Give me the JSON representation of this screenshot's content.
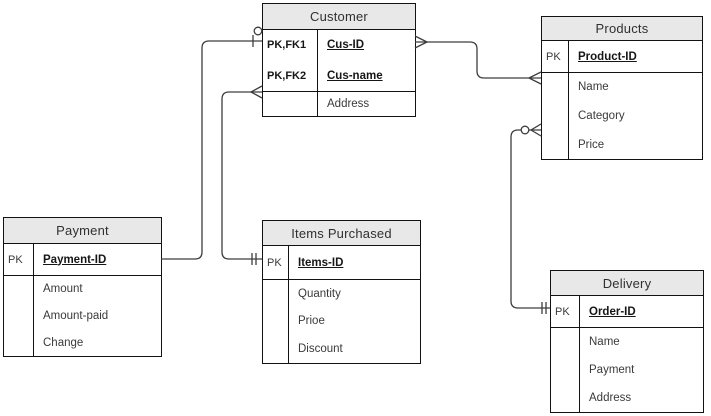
{
  "diagram": {
    "kind": "entity-relationship-diagram",
    "colors": {
      "background": "#ffffff",
      "entity_header_fill": "#e8e8e8",
      "entity_border": "#121212",
      "connector": "#3d3d3d",
      "text": "#3a3a3a"
    }
  },
  "entities": {
    "customer": {
      "title": "Customer",
      "sections": [
        {
          "rows": [
            {
              "key": "PK,FK1",
              "name": "Cus-ID"
            },
            {
              "key": "PK,FK2",
              "name": "Cus-name"
            }
          ]
        },
        {
          "rows": [
            {
              "key": "",
              "name": "Address"
            }
          ]
        }
      ]
    },
    "products": {
      "title": "Products",
      "sections": [
        {
          "rows": [
            {
              "key": "PK",
              "name": "Product-ID"
            }
          ]
        },
        {
          "rows": [
            {
              "key": "",
              "name": "Name"
            },
            {
              "key": "",
              "name": "Category"
            },
            {
              "key": "",
              "name": "Price"
            }
          ]
        }
      ]
    },
    "payment": {
      "title": "Payment",
      "sections": [
        {
          "rows": [
            {
              "key": "PK",
              "name": "Payment-ID"
            }
          ]
        },
        {
          "rows": [
            {
              "key": "",
              "name": "Amount"
            },
            {
              "key": "",
              "name": "Amount-paid"
            },
            {
              "key": "",
              "name": "Change"
            }
          ]
        }
      ]
    },
    "items_purchased": {
      "title": "Items Purchased",
      "sections": [
        {
          "rows": [
            {
              "key": "PK",
              "name": "Items-ID"
            }
          ]
        },
        {
          "rows": [
            {
              "key": "",
              "name": "Quantity"
            },
            {
              "key": "",
              "name": "Prioe"
            },
            {
              "key": "",
              "name": "Discount"
            }
          ]
        }
      ]
    },
    "delivery": {
      "title": "Delivery",
      "sections": [
        {
          "rows": [
            {
              "key": "PK",
              "name": "Order-ID"
            }
          ]
        },
        {
          "rows": [
            {
              "key": "",
              "name": "Name"
            },
            {
              "key": "",
              "name": "Payment"
            },
            {
              "key": "",
              "name": "Address"
            }
          ]
        }
      ]
    }
  },
  "relationships": [
    {
      "from": "Payment",
      "from_field": "Payment-ID",
      "to": "Customer",
      "to_field": "Cus-ID",
      "from_cardinality": "plain",
      "to_cardinality": "zero-or-one"
    },
    {
      "from": "Items Purchased",
      "from_field": "Items-ID",
      "to": "Customer",
      "to_field": "Address",
      "from_cardinality": "one-and-only-one",
      "to_cardinality": "many"
    },
    {
      "from": "Customer",
      "from_field": "Cus-ID",
      "to": "Products",
      "to_field": "Product-ID",
      "from_cardinality": "many",
      "to_cardinality": "many"
    },
    {
      "from": "Delivery",
      "from_field": "Order-ID",
      "to": "Products",
      "to_field": "Price",
      "from_cardinality": "one-and-only-one",
      "to_cardinality": "zero-or-many"
    }
  ]
}
